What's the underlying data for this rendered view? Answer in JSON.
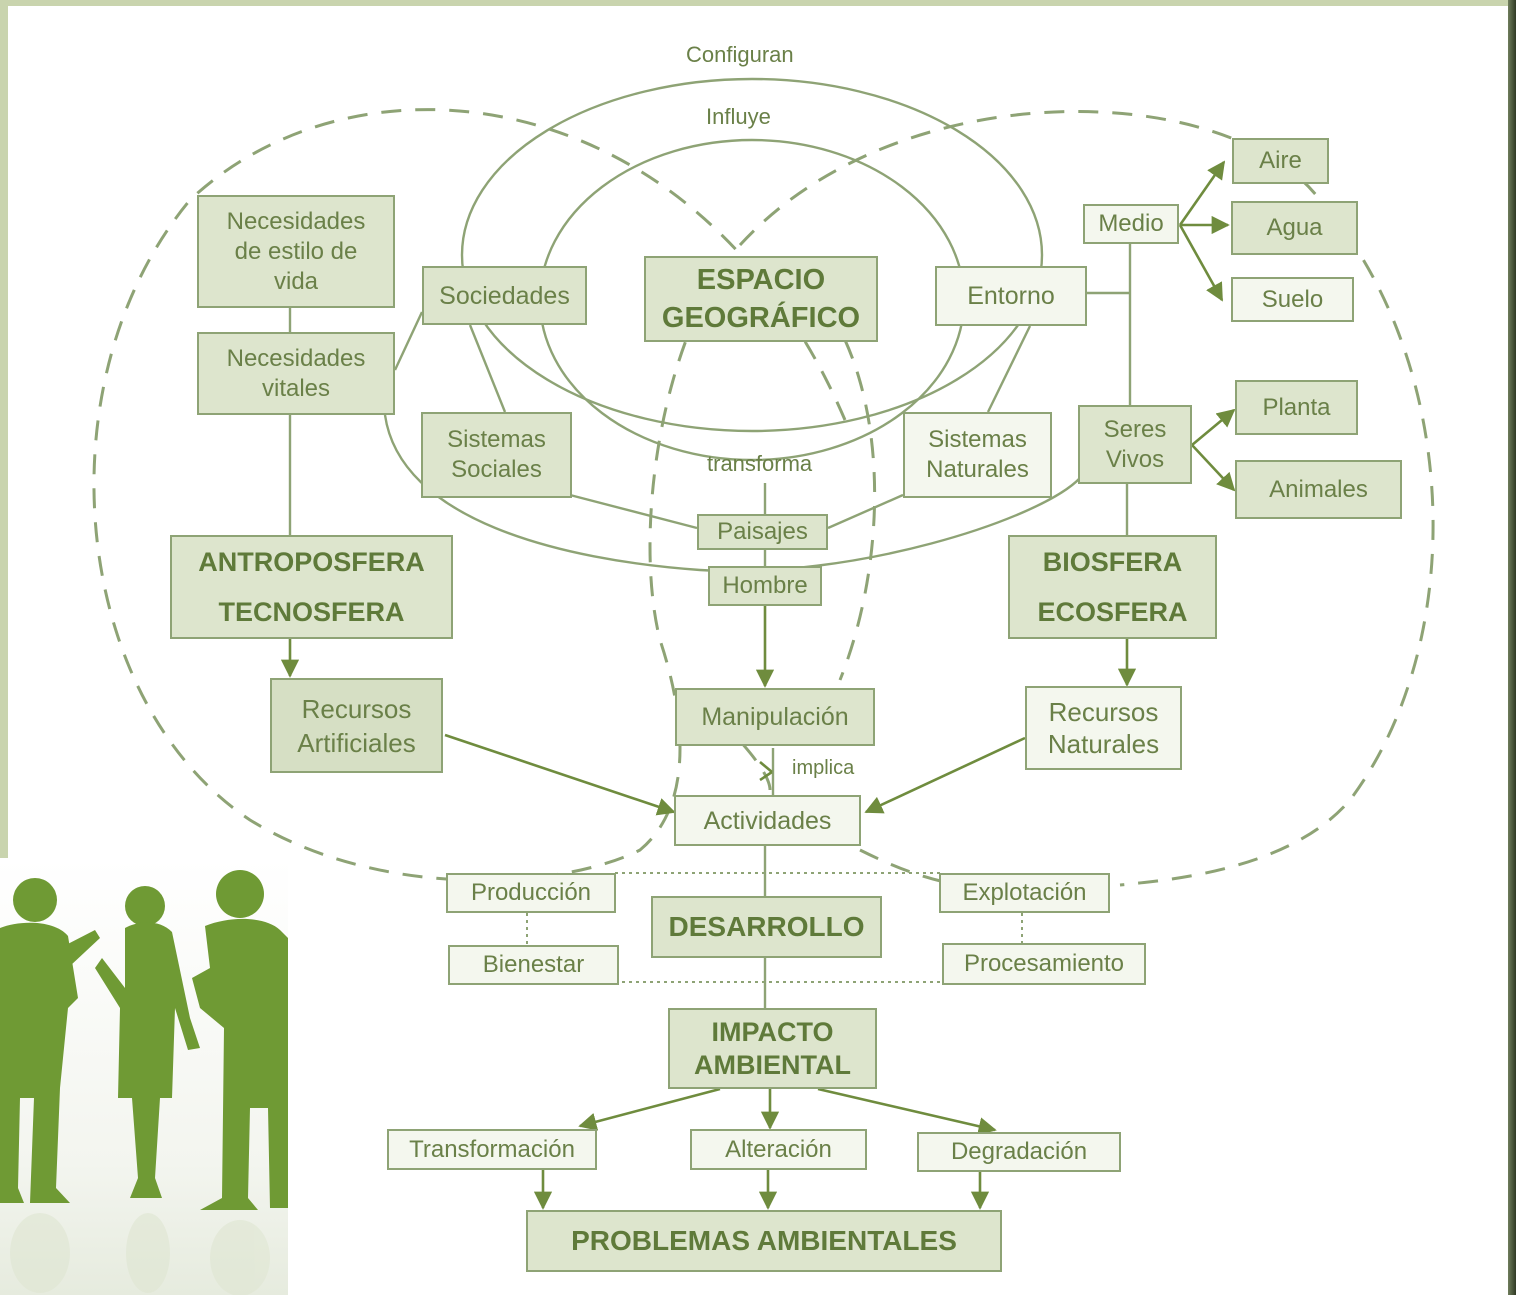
{
  "labels": {
    "configuran": "Configuran",
    "influye": "Influye",
    "transforma": "transforma",
    "implica": "implica"
  },
  "nodes": {
    "necesidades_estilo": "Necesidades\nde estilo de\nvida",
    "necesidades_vitales": "Necesidades\nvitales",
    "sociedades": "Sociedades",
    "espacio": "ESPACIO\nGEOGRÁFICO",
    "entorno": "Entorno",
    "medio": "Medio",
    "aire": "Aire",
    "agua": "Agua",
    "suelo": "Suelo",
    "sistemas_sociales": "Sistemas\nSociales",
    "sistemas_naturales": "Sistemas\nNaturales",
    "seres_vivos": "Seres\nVivos",
    "planta": "Planta",
    "animales": "Animales",
    "paisajes": "Paisajes",
    "hombre": "Hombre",
    "antroposfera": "ANTROPOSFERA\nTECNOSFERA",
    "biosfera": "BIOSFERA\nECOSFERA",
    "recursos_artificiales": "Recursos\nArtificiales",
    "manipulacion": "Manipulación",
    "recursos_naturales": "Recursos\nNaturales",
    "actividades": "Actividades",
    "produccion": "Producción",
    "bienestar": "Bienestar",
    "desarrollo": "DESARROLLO",
    "explotacion": "Explotación",
    "procesamiento": "Procesamiento",
    "impacto": "IMPACTO\nAMBIENTAL",
    "transformacion": "Transformación",
    "alteracion": "Alteración",
    "degradacion": "Degradación",
    "problemas": "PROBLEMAS AMBIENTALES"
  },
  "colors": {
    "accent": "#6f8c3e",
    "box_border": "#8ea375",
    "text": "#6a8048",
    "frame": "#c9d4ae"
  },
  "icons": [
    "people-silhouette"
  ]
}
